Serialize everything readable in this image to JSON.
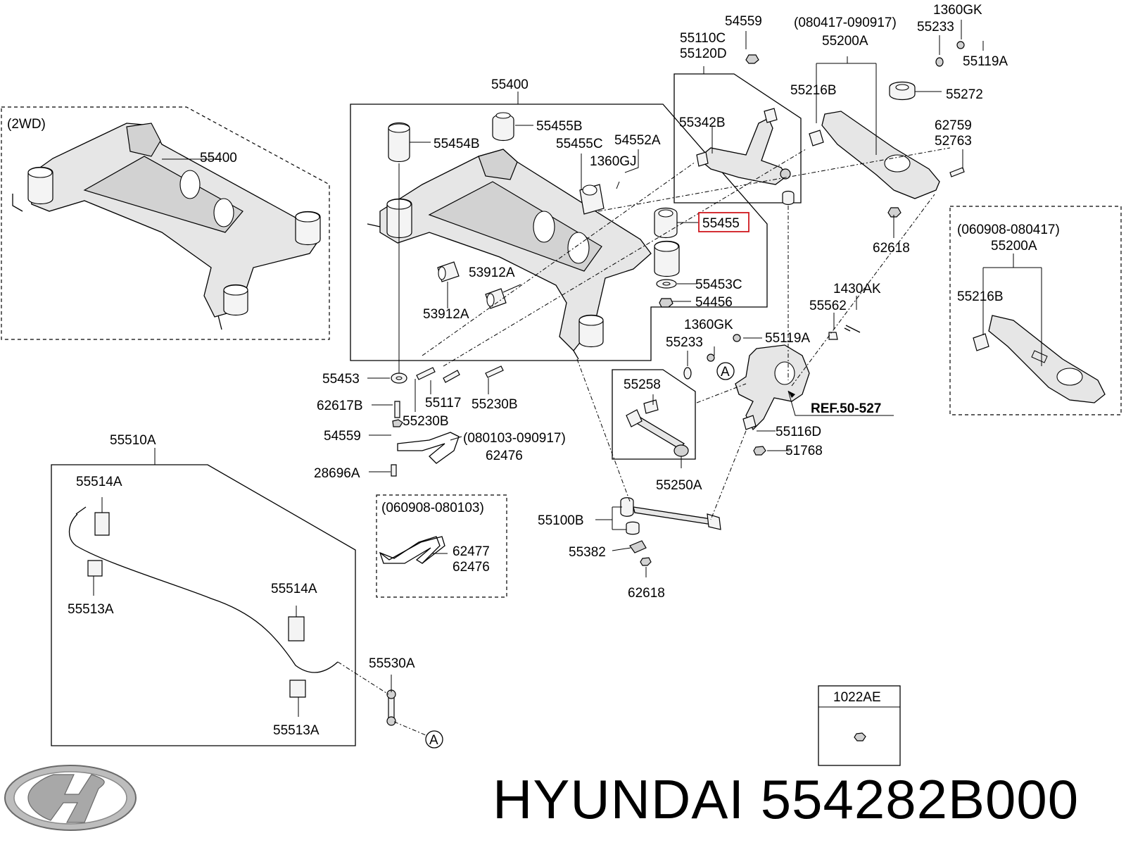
{
  "footer": {
    "brand": "HYUNDAI",
    "part_number": "554282B000"
  },
  "labels": {
    "variant_2wd": "(2WD)",
    "subframe_2wd": "55400",
    "subframe_main": "55400",
    "b55455B": "55455B",
    "b55454B": "55454B",
    "b55455C": "55455C",
    "b54552A": "54552A",
    "b1360GJ": "1360GJ",
    "b55455": "55455",
    "b53912A_a": "53912A",
    "b53912A_b": "53912A",
    "b55453C": "55453C",
    "b54456": "54456",
    "b55453": "55453",
    "b62617B": "62617B",
    "b55117": "55117",
    "b55230B_a": "55230B",
    "b55230B_b": "55230B",
    "b54559_a": "54559",
    "b54559_b": "54559",
    "b28696A": "28696A",
    "b62476_a": "62476",
    "date_080103_090917": "(080103-090917)",
    "b55110C": "55110C",
    "b55120D": "55120D",
    "b55342B": "55342B",
    "date_080417_090917": "(080417-090917)",
    "b55200A_a": "55200A",
    "b55216B_a": "55216B",
    "b1360GK_a": "1360GK",
    "b55233_a": "55233",
    "b55119A_a": "55119A",
    "b55272": "55272",
    "b62759": "62759",
    "b52763": "52763",
    "b62618_a": "62618",
    "date_060908_080417": "(060908-080417)",
    "b55200A_b": "55200A",
    "b55216B_b": "55216B",
    "b1430AK": "1430AK",
    "b55562": "55562",
    "b1360GK_b": "1360GK",
    "b55119A_b": "55119A",
    "b55233_b": "55233",
    "b55258": "55258",
    "callout_a_1": "A",
    "ref": "REF.50-527",
    "b55116D": "55116D",
    "b51768": "51768",
    "b55250A": "55250A",
    "b55100B": "55100B",
    "b55382": "55382",
    "b62618_b": "62618",
    "date_060908_080103": "(060908-080103)",
    "b62477": "62477",
    "b62476_b": "62476",
    "b55510A": "55510A",
    "b55514A_a": "55514A",
    "b55513A_a": "55513A",
    "b55514A_b": "55514A",
    "b55513A_b": "55513A",
    "b55530A": "55530A",
    "callout_a_2": "A",
    "b1022AE": "1022AE"
  },
  "highlight_color": "#d0181e"
}
